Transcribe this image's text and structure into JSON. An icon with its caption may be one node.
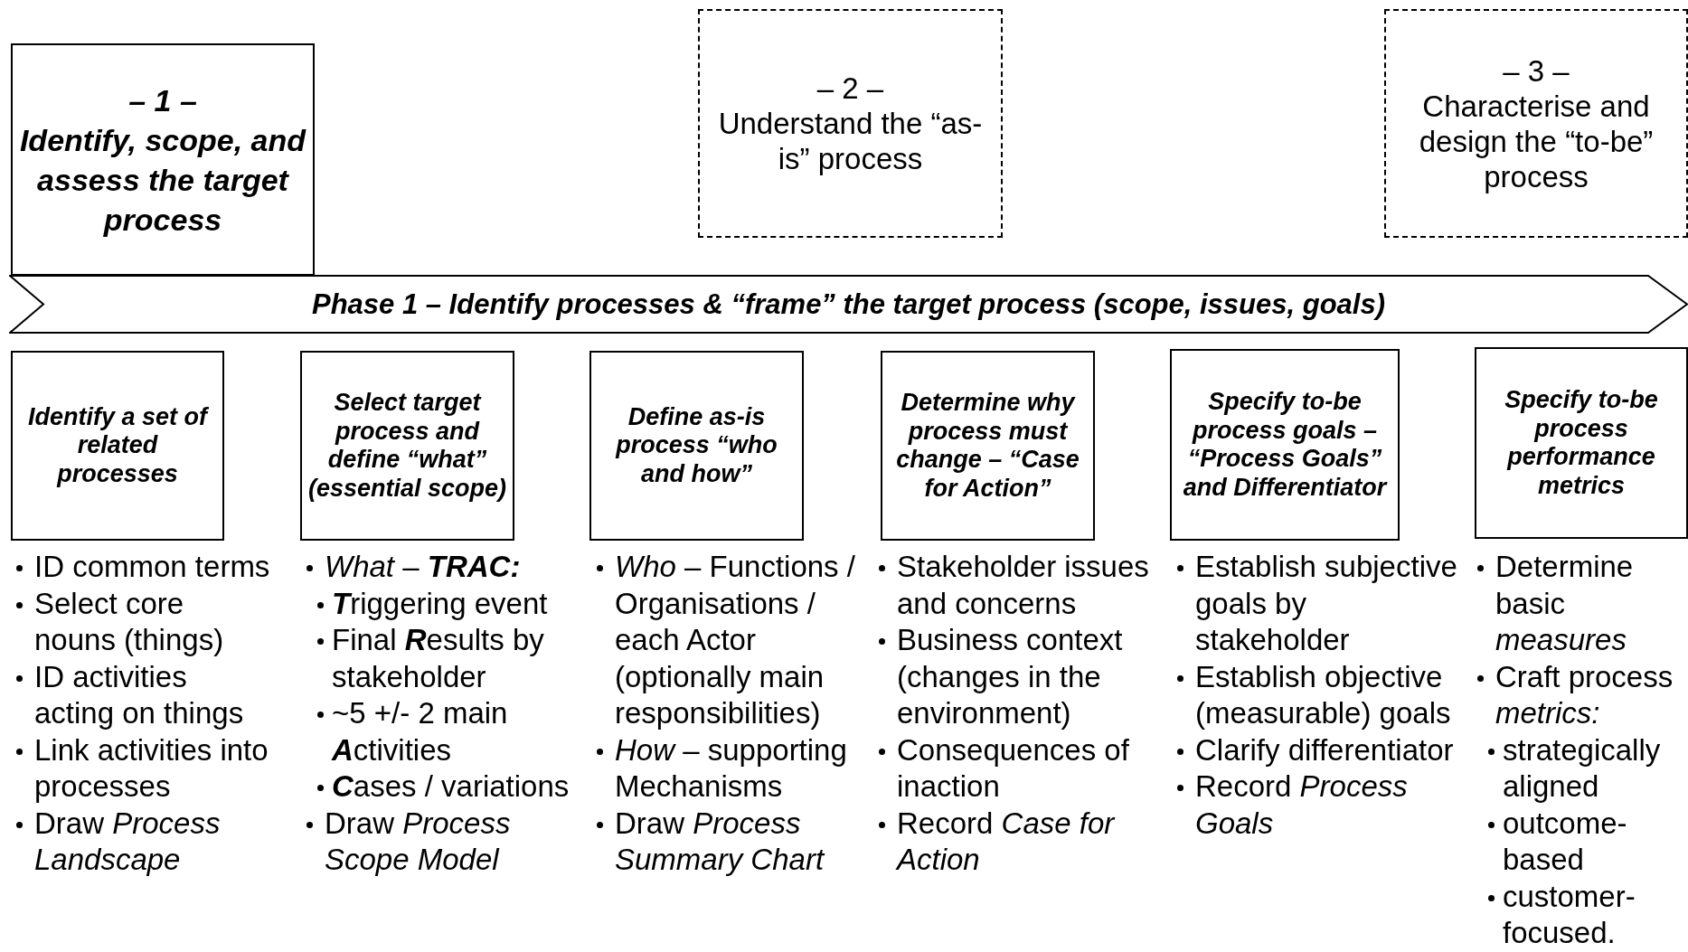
{
  "diagram": {
    "nodes": [
      {
        "text": [
          "– 1 –",
          "Identify, scope, and assess the target process"
        ]
      },
      {
        "text": [
          "– 2 –",
          "Understand the “as-is” process"
        ]
      },
      {
        "text": [
          "– 3 –",
          "Characterise and design the “to-be” process"
        ]
      },
      {
        "text": [
          "Phase 1 – Identify processes & “frame” the target process (scope, issues, goals)"
        ]
      },
      {
        "text": [
          "Identify a set of related processes"
        ],
        "beside": [
          "ID common terms",
          "Select core nouns (things)",
          "ID activities acting on things",
          "Link activities into processes",
          "Draw *Process Landscape*"
        ]
      },
      {
        "text": [
          "Select target process and define “what” (essential scope)"
        ],
        "beside": [
          "*What* – **TRAC:**",
          "**T**riggering event",
          "Final **R**esults by stakeholder",
          "~5 +/- 2 main **A**ctivities",
          "**C**ases / variations",
          "Draw *Process Scope Model*"
        ]
      },
      {
        "text": [
          "Define as-is process “who and how”"
        ],
        "beside": [
          "*Who* – Functions / Organisations / each Actor (optionally main responsibilities)",
          "*How* – supporting Mechanisms",
          "Draw *Process Summary Chart*"
        ]
      },
      {
        "text": [
          "Determine why process must change – “Case for Action”"
        ],
        "beside": [
          "Stakeholder issues and concerns",
          "Business context (changes in the environment)",
          "Consequences of inaction",
          "Record *Case for Action*"
        ]
      },
      {
        "text": [
          "Specify to-be process goals – “Process Goals” and Differentiator"
        ],
        "beside": [
          "Establish subjective goals by stakeholder",
          "Establish objective (measurable) goals",
          "Clarify differentiator",
          "Record *Process Goals*"
        ]
      },
      {
        "text": [
          "Specify to-be process performance metrics"
        ],
        "beside": [
          "Determine basic *measures*",
          "Craft process *metrics:*",
          "strategically aligned",
          "outcome-based",
          "customer-focused."
        ]
      }
    ],
    "edges": []
  }
}
